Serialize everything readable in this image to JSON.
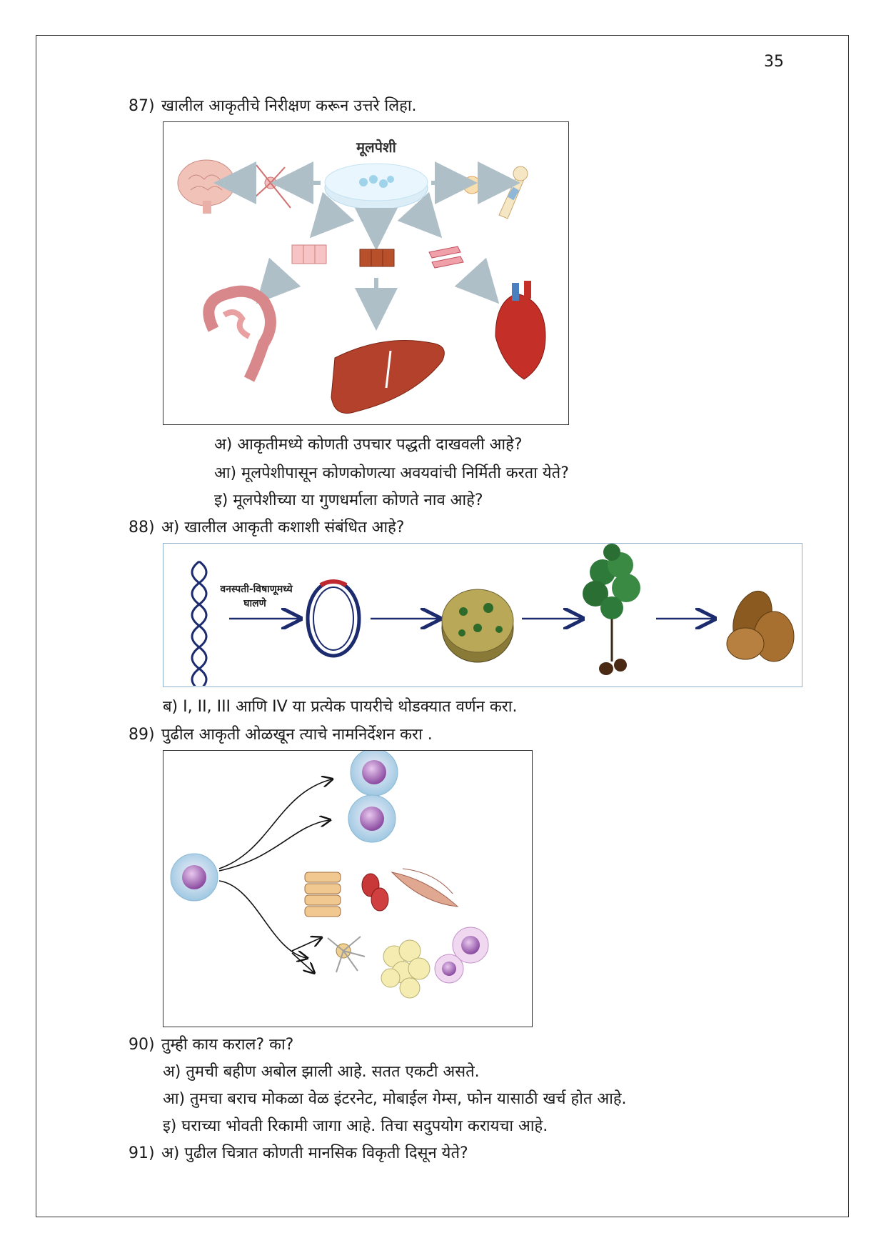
{
  "page_number": "35",
  "q87": {
    "num": "87)",
    "text": "खालील आकृतीचे निरीक्षण करून उत्तरे लिहा.",
    "figure_label": "मूलपेशी",
    "sub": [
      "अ) आकृतीमध्ये कोणती उपचार पद्धती दाखवली आहे?",
      "आ) मूलपेशीपासून कोणकोणत्या अवयवांची निर्मिती करता येते?",
      "इ) मूलपेशीच्या या गुणधर्माला कोणते नाव आहे?"
    ]
  },
  "q88": {
    "num": "88)",
    "text": "अ) खालील आकृती कशाशी संबंधित आहे?",
    "figure_label_line1": "वनस्पती-विषाणूमध्ये",
    "figure_label_line2": "घालणे",
    "sub_b": "ब) I, II, III आणि IV या प्रत्येक पायरीचे थोडक्यात वर्णन करा."
  },
  "q89": {
    "num": "89)",
    "text": "पुढील आकृती ओळखून त्याचे नामनिर्देशन करा ."
  },
  "q90": {
    "num": "90)",
    "text": "तुम्ही काय कराल? का?",
    "sub": [
      "अ) तुमची बहीण अबोल झाली आहे. सतत एकटी असते.",
      "आ) तुमचा बराच मोकळा वेळ इंटरनेट, मोबाईल गेम्स, फोन यासाठी खर्च होत आहे.",
      "इ) घराच्या भोवती रिकामी जागा आहे. तिचा सदुपयोग करायचा आहे."
    ]
  },
  "q91": {
    "num": "91)",
    "text": "अ) पुढील चित्रात कोणती मानसिक विकृती दिसून येते?"
  }
}
